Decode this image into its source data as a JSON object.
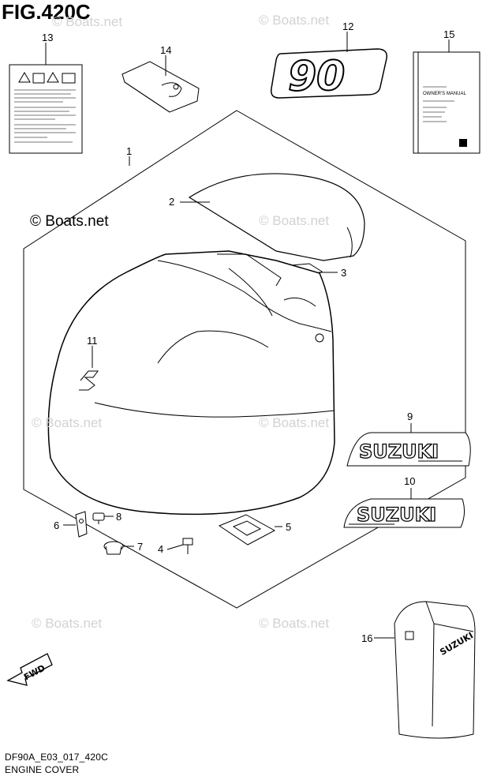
{
  "figure": {
    "title": "FIG.420C",
    "model_code": "DF90A_E03_017_420C",
    "caption": "ENGINE COVER"
  },
  "watermark": {
    "text": "© Boats.net"
  },
  "parts": [
    {
      "ref": "1"
    },
    {
      "ref": "2"
    },
    {
      "ref": "3"
    },
    {
      "ref": "4"
    },
    {
      "ref": "5"
    },
    {
      "ref": "6"
    },
    {
      "ref": "7"
    },
    {
      "ref": "8"
    },
    {
      "ref": "9"
    },
    {
      "ref": "10"
    },
    {
      "ref": "11"
    },
    {
      "ref": "12"
    },
    {
      "ref": "13"
    },
    {
      "ref": "14"
    },
    {
      "ref": "15"
    },
    {
      "ref": "16"
    }
  ],
  "decals": {
    "brand": "SUZUKI",
    "model_number": "90",
    "fwd_arrow": "FWD"
  },
  "manual_label": "OWNER'S MANUAL"
}
